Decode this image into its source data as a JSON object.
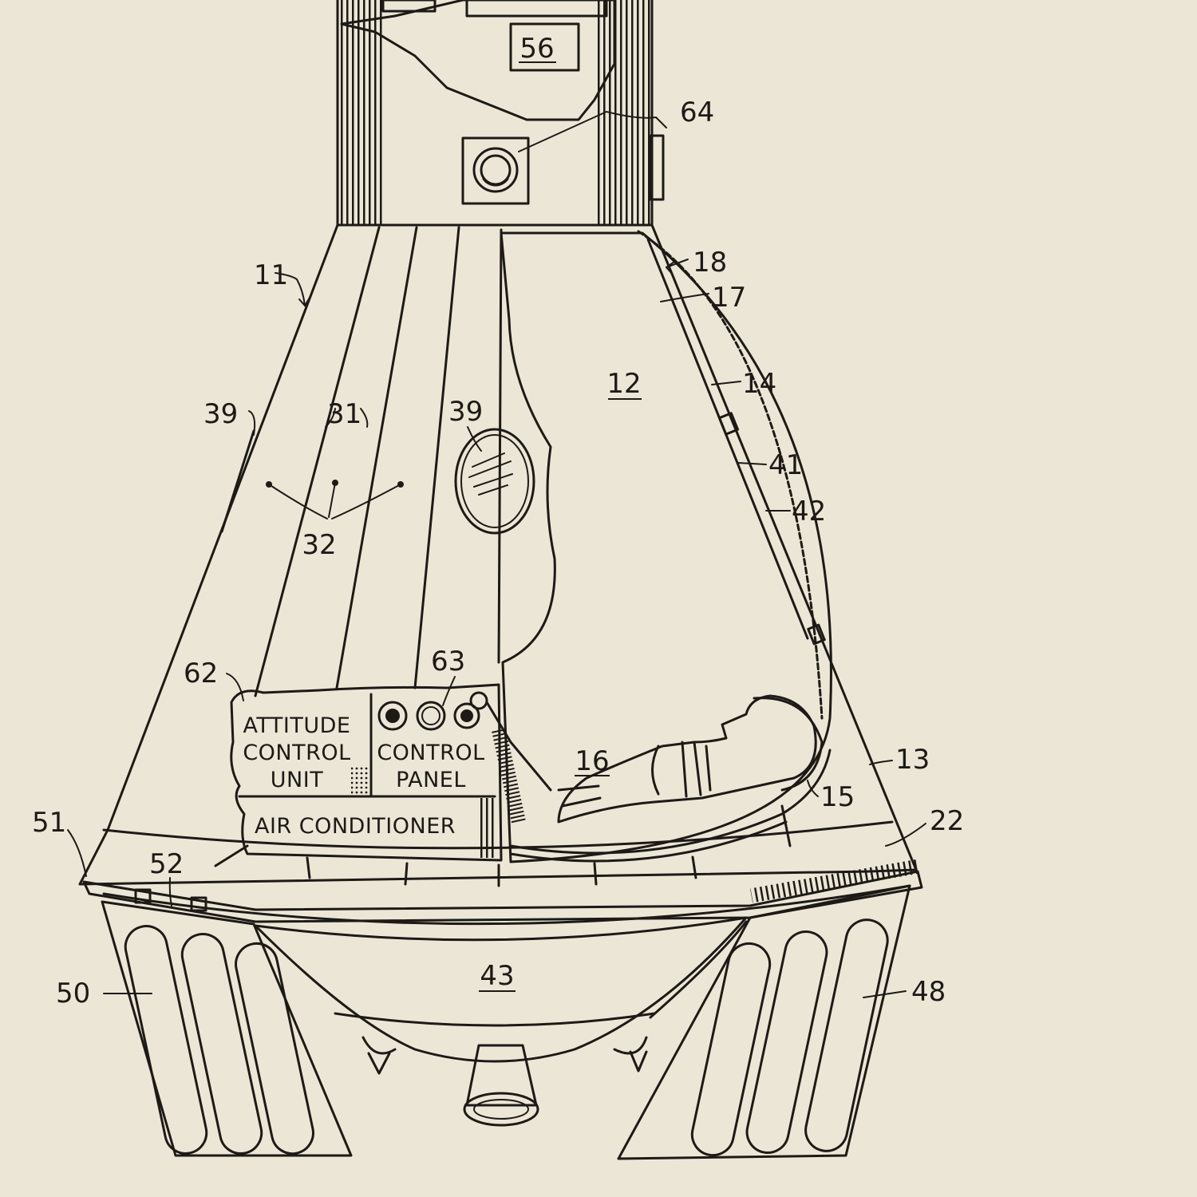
{
  "colors": {
    "paper": "#ece6d7",
    "ink": "#1d1a16",
    "shade": "#3a342c"
  },
  "box_labels": {
    "attitude_control_unit": [
      "ATTITUDE",
      "CONTROL",
      "UNIT"
    ],
    "control_panel": [
      "CONTROL",
      "PANEL"
    ],
    "air_conditioner": "AIR CONDITIONER"
  },
  "reference_numerals": {
    "n56": "56",
    "n64": "64",
    "n18": "18",
    "n17": "17",
    "n11": "11",
    "n12": "12",
    "n14": "14",
    "n39_left": "39",
    "n31": "31",
    "n39_window": "39",
    "n41": "41",
    "n42": "42",
    "n32": "32",
    "n62": "62",
    "n63": "63",
    "n16": "16",
    "n13": "13",
    "n15": "15",
    "n22": "22",
    "n51": "51",
    "n52": "52",
    "n43": "43",
    "n50": "50",
    "n48": "48"
  }
}
